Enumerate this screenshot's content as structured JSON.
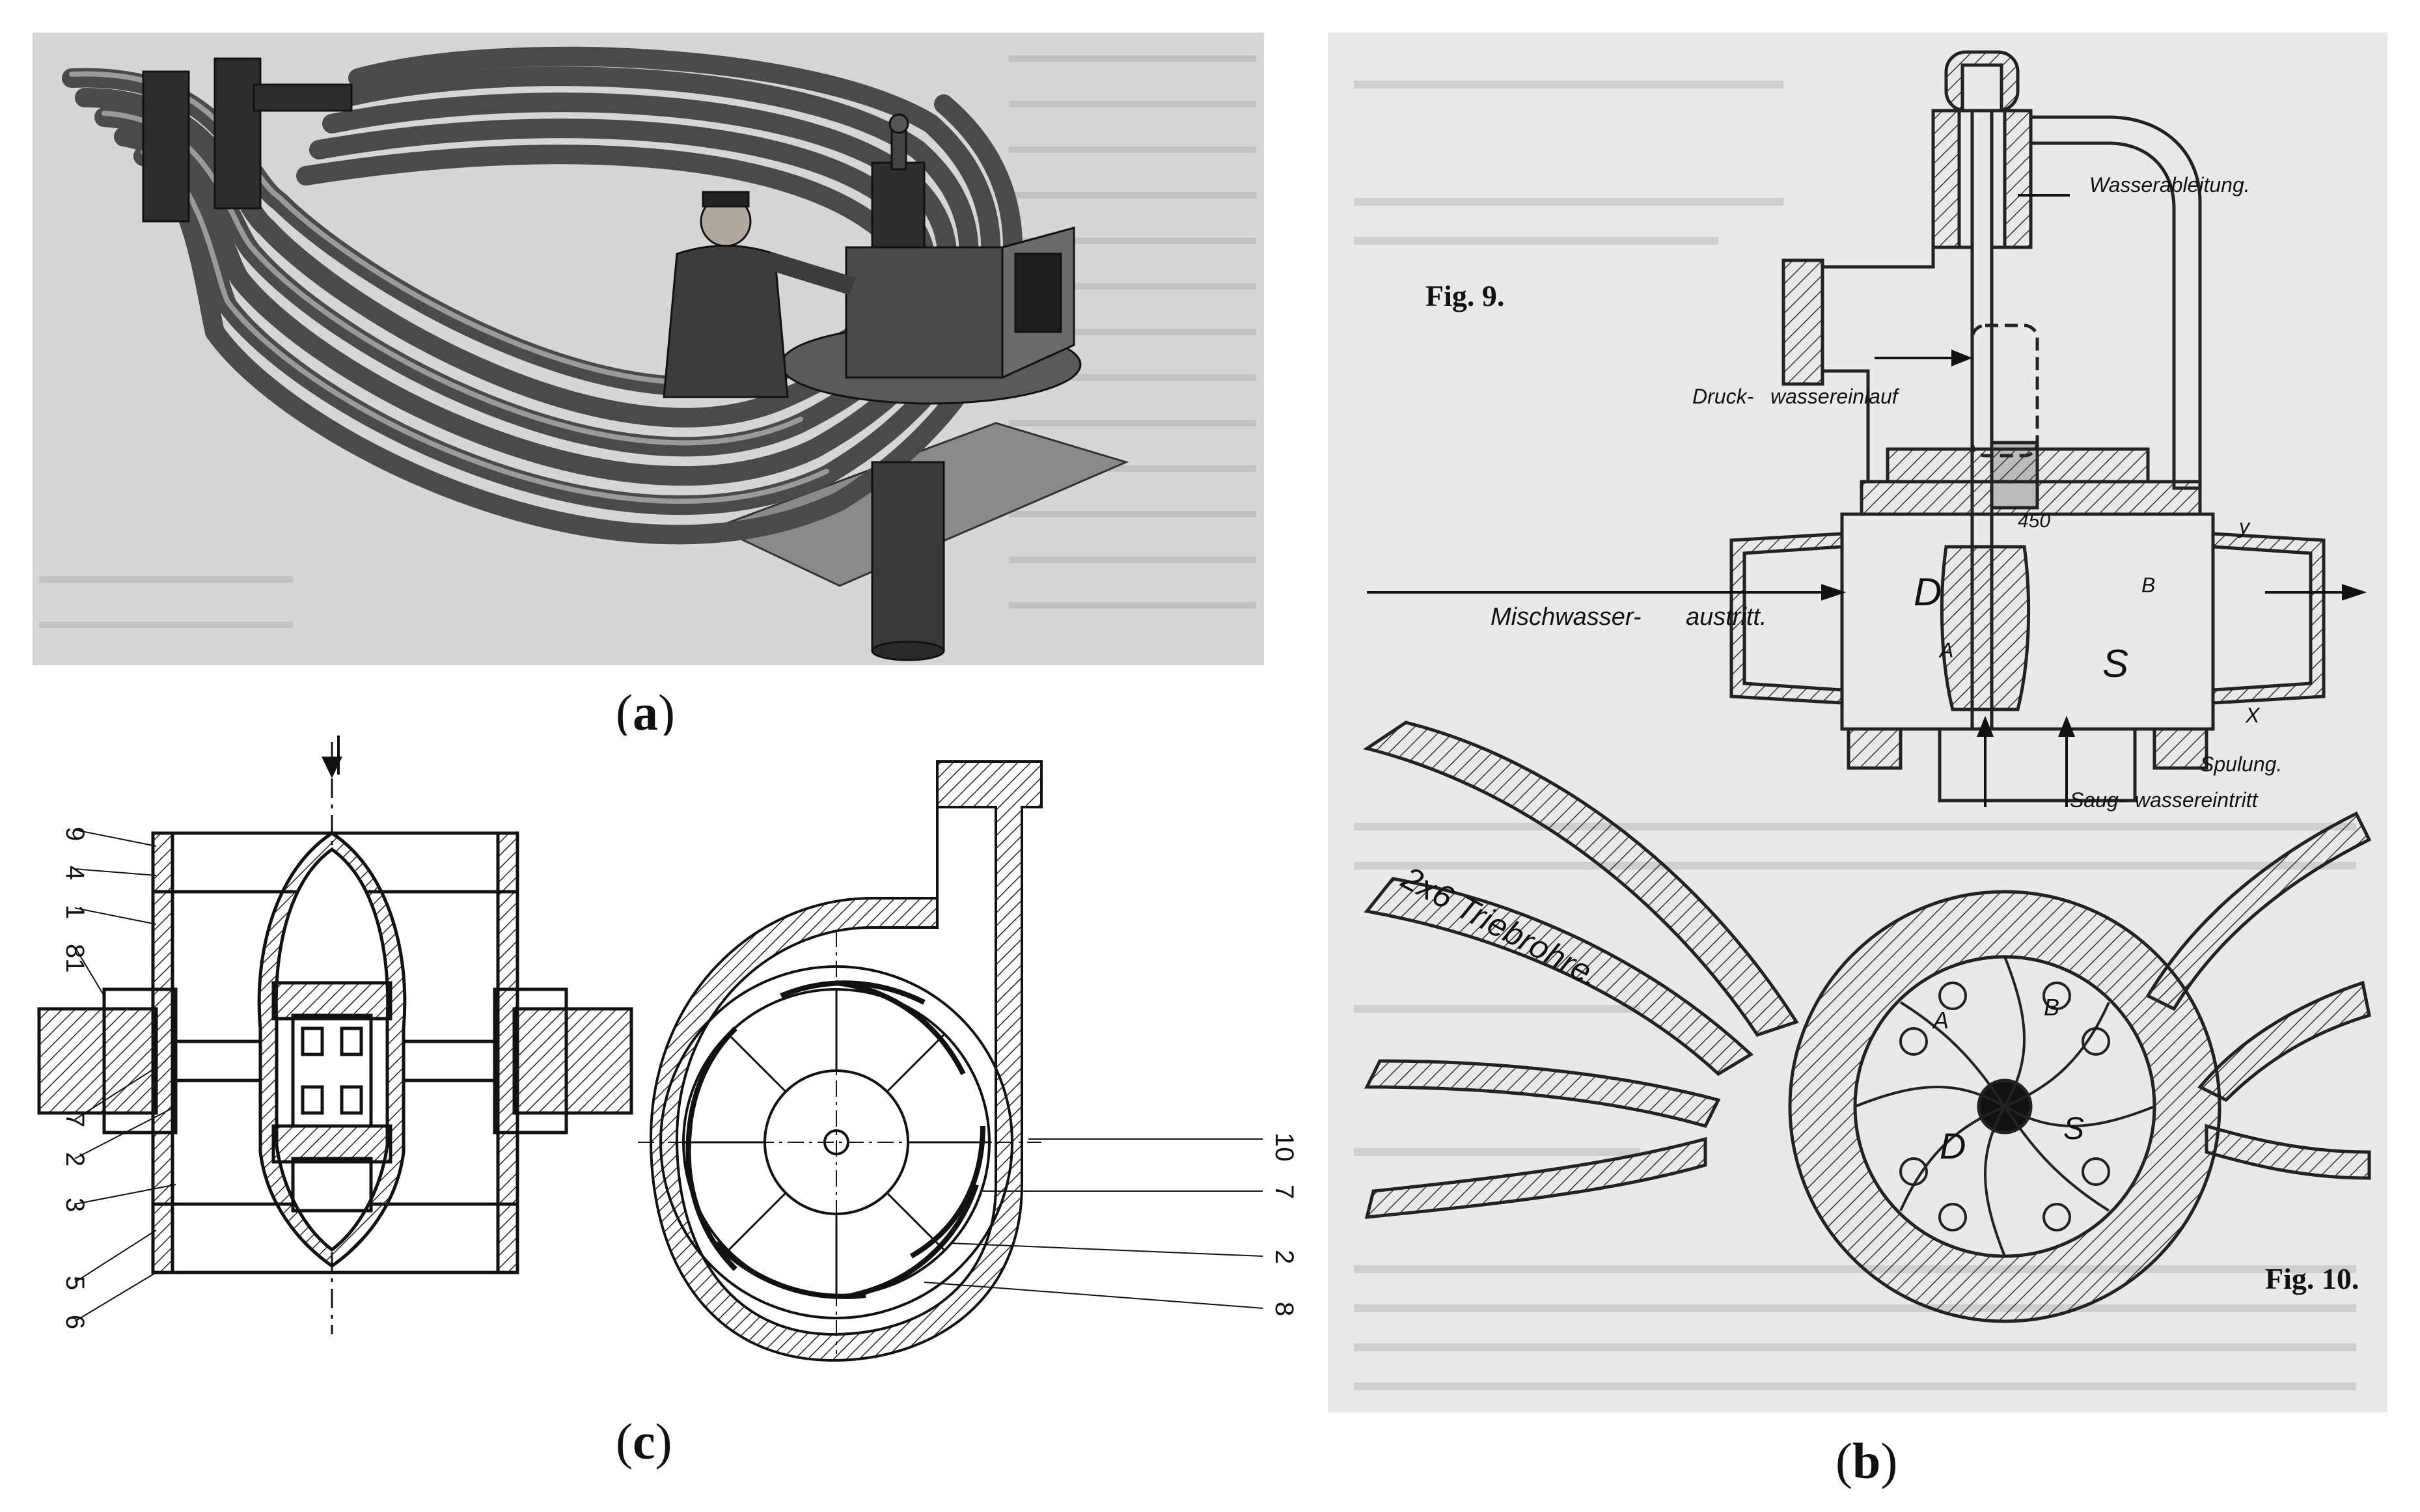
{
  "captions": {
    "a": {
      "open": "(",
      "letter": "a",
      "close": ")"
    },
    "b": {
      "open": "(",
      "letter": "b",
      "close": ")"
    },
    "c": {
      "open": "(",
      "letter": "c",
      "close": ")"
    }
  },
  "panel_b": {
    "fig9": "Fig. 9.",
    "fig10": "Fig. 10.",
    "wasserableitung": "Wasserableitung.",
    "druck": "Druck-",
    "wassereinlauf": "wassereinlauf",
    "dim": "450",
    "mischwasser": "Mischwasser-",
    "austritt": "austritt.",
    "spulung": "Spulung.",
    "saug": "Saug-",
    "wassereintritt": "wassereintritt",
    "triebrohre": "2x6 Triebrohre.",
    "letters": {
      "D": "D",
      "S": "S",
      "A": "A",
      "B": "B",
      "X": "X",
      "Y": "y"
    },
    "bottom_letters": {
      "A": "A",
      "B": "B",
      "D": "D",
      "S": "S"
    }
  },
  "panel_c": {
    "left_numbers": [
      "9",
      "4",
      "1",
      "81",
      "7",
      "2",
      "3",
      "5",
      "6"
    ],
    "right_numbers": [
      "10",
      "7",
      "2",
      "8"
    ]
  }
}
